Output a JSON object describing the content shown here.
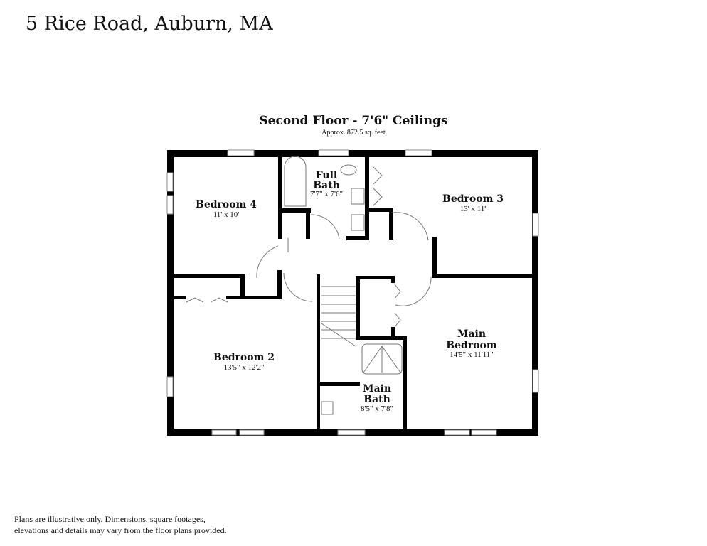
{
  "header": {
    "address": "5 Rice Road, Auburn, MA"
  },
  "floor": {
    "title": "Second Floor - 7'6\" Ceilings",
    "area": "Approx. 872.5 sq. feet"
  },
  "rooms": [
    {
      "name": "Bedroom 4",
      "dims": "11' x 10'"
    },
    {
      "name_line1": "Full",
      "name_line2": "Bath",
      "dims": "7'7\" x 7'6\""
    },
    {
      "name": "Bedroom 3",
      "dims": "13' x 11'"
    },
    {
      "name": "Bedroom 2",
      "dims": "13'5\" x 12'2\""
    },
    {
      "name_line1": "Main",
      "name_line2": "Bedroom",
      "dims": "14'5\" x 11'11\""
    },
    {
      "name_line1": "Main",
      "name_line2": "Bath",
      "dims": "8'5\" x 7'8\""
    }
  ],
  "disclaimer": {
    "line1": "Plans are illustrative only. Dimensions, square footages,",
    "line2": "elevations and details may vary from the floor plans provided."
  }
}
